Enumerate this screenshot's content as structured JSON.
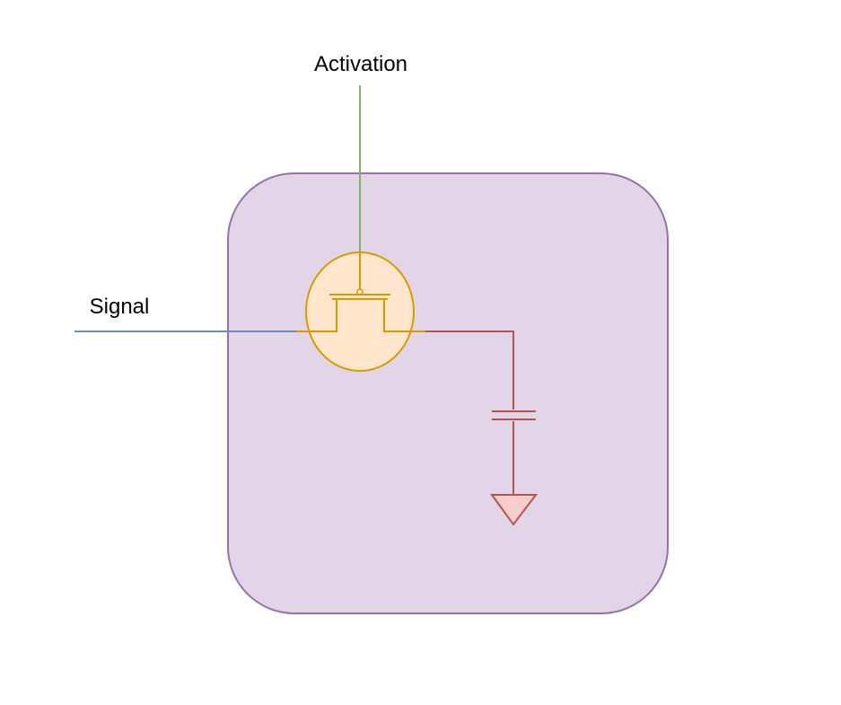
{
  "labels": {
    "activation": "Activation",
    "signal": "Signal"
  },
  "colors": {
    "cell_fill": "#e1d5e7",
    "cell_stroke": "#9673a6",
    "transistor_fill": "#ffe6cc",
    "transistor_stroke": "#d79b00",
    "activation_line": "#82b366",
    "signal_line": "#6c8ebf",
    "capacitor_line": "#b85450",
    "ground_fill": "#f8cecc"
  },
  "components": {
    "transistor": "mosfet-symbol",
    "capacitor": "capacitor-symbol",
    "ground": "ground-symbol"
  }
}
